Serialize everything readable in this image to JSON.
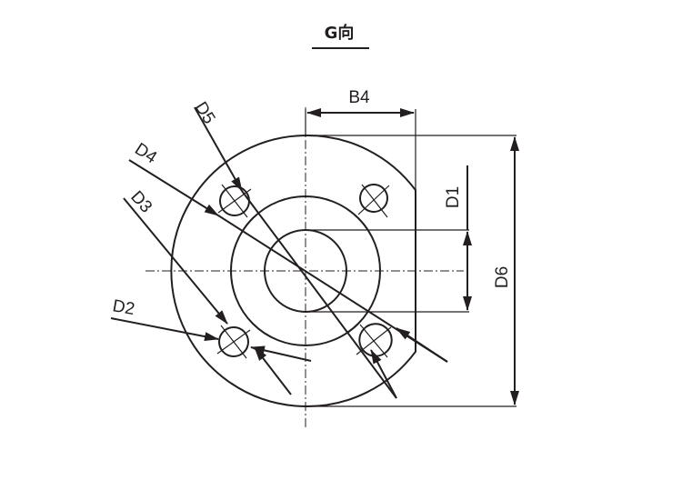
{
  "title": "G向",
  "labels": {
    "b4": "B4",
    "d1": "D1",
    "d2": "D2",
    "d3": "D3",
    "d4": "D4",
    "d5": "D5",
    "d6": "D6"
  },
  "colors": {
    "ink": "#231f20",
    "background": "#ffffff"
  }
}
